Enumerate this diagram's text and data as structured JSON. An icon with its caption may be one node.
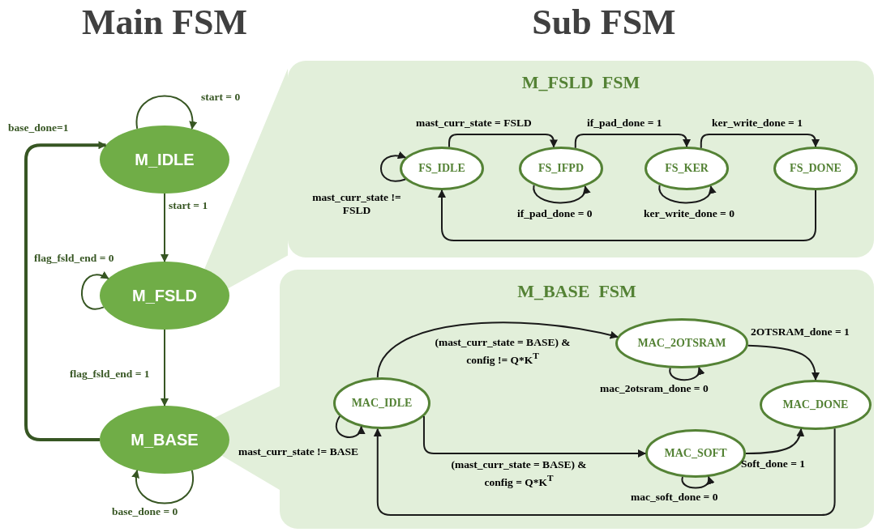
{
  "diagram": {
    "nodes": [
      {
        "text": [
          "M_IDLE"
        ]
      },
      {
        "text": [
          "M_FSLD"
        ]
      },
      {
        "text": [
          "M_BASE"
        ]
      },
      {
        "text": [
          "M_FSLD  FSM"
        ]
      },
      {
        "text": [
          "FS_IDLE"
        ],
        "in": 3
      },
      {
        "text": [
          "FS_IFPD"
        ],
        "in": 3
      },
      {
        "text": [
          "FS_KER"
        ],
        "in": 3
      },
      {
        "text": [
          "FS_DONE"
        ],
        "in": 3
      },
      {
        "text": [
          "M_BASE  FSM"
        ]
      },
      {
        "text": [
          "MAC_IDLE"
        ],
        "in": 8
      },
      {
        "text": [
          "MAC_2OTSRAM"
        ],
        "in": 8
      },
      {
        "text": [
          "MAC_SOFT"
        ],
        "in": 8
      },
      {
        "text": [
          "MAC_DONE"
        ],
        "in": 8
      },
      {
        "text": [],
        "shape": "wedge"
      },
      {
        "text": [],
        "shape": "wedge"
      }
    ],
    "edges": [
      {
        "from": 0,
        "to": 0,
        "arrow": "to",
        "label": "start = 0",
        "color": "#375623"
      },
      {
        "from": 0,
        "to": 1,
        "arrow": "to",
        "label": "start = 1",
        "color": "#375623"
      },
      {
        "from": 1,
        "to": 1,
        "arrow": "to",
        "label": "flag_fsld_end = 0",
        "color": "#375623"
      },
      {
        "from": 1,
        "to": 2,
        "arrow": "to",
        "label": "flag_fsld_end = 1",
        "color": "#375623"
      },
      {
        "from": 2,
        "to": 2,
        "arrow": "to",
        "label": "base_done = 0",
        "color": "#375623"
      },
      {
        "from": 2,
        "to": 0,
        "arrow": "to",
        "label": "base_done=1",
        "style": "thick",
        "color": "#375623"
      },
      {
        "from": 4,
        "to": 4,
        "arrow": "to",
        "label": "mast_curr_state != FSLD"
      },
      {
        "from": 4,
        "to": 5,
        "arrow": "to",
        "label": "mast_curr_state = FSLD"
      },
      {
        "from": 5,
        "to": 5,
        "arrow": "to",
        "label": "if_pad_done = 0"
      },
      {
        "from": 5,
        "to": 6,
        "arrow": "to",
        "label": "if_pad_done = 1"
      },
      {
        "from": 6,
        "to": 6,
        "arrow": "to",
        "label": "ker_write_done = 0"
      },
      {
        "from": 6,
        "to": 7,
        "arrow": "to",
        "label": "ker_write_done = 1"
      },
      {
        "from": 7,
        "to": 4,
        "arrow": "to"
      },
      {
        "from": 9,
        "to": 9,
        "arrow": "to",
        "label": "mast_curr_state != BASE"
      },
      {
        "from": 9,
        "to": 10,
        "arrow": "to",
        "label": "(mast_curr_state = BASE) & config != Q*K$^{T}$"
      },
      {
        "from": 10,
        "to": 10,
        "arrow": "to",
        "label": "mac_2otsram_done = 0"
      },
      {
        "from": 9,
        "to": 11,
        "arrow": "to",
        "label": "(mast_curr_state = BASE) & config = Q*K$^{T}$"
      },
      {
        "from": 11,
        "to": 11,
        "arrow": "to",
        "label": "mac_soft_done = 0"
      },
      {
        "from": 10,
        "to": 12,
        "arrow": "to",
        "label": "2OTSRAM_done = 1"
      },
      {
        "from": 11,
        "to": 12,
        "arrow": "to",
        "label": "Soft_done = 1"
      },
      {
        "from": 12,
        "to": 9,
        "arrow": "to"
      }
    ],
    "labels": [
      "Main FSM",
      "Sub FSM"
    ]
  }
}
